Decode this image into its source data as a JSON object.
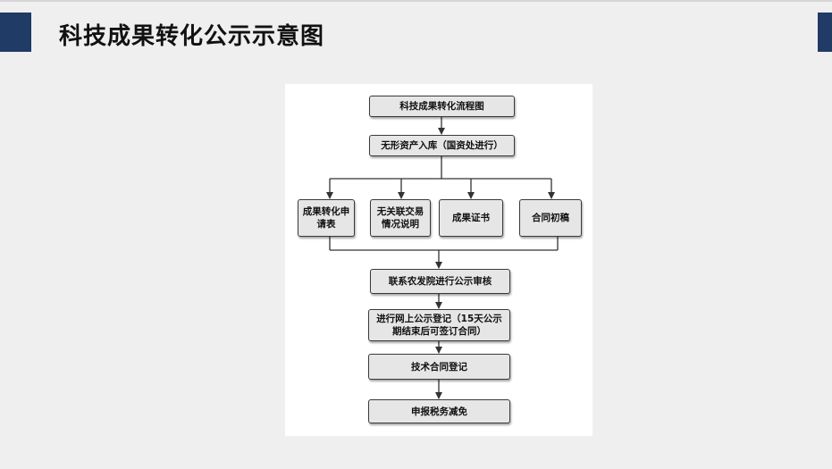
{
  "slide": {
    "title": "科技成果转化公示示意图"
  },
  "flow": {
    "title_node": "科技成果转化流程图",
    "step_storage": "无形资产入库（国资处进行）",
    "docs": [
      "成果转化申请表",
      "无关联交易情况说明",
      "成果证书",
      "合同初稿"
    ],
    "step_review": "联系农发院进行公示审核",
    "step_publicity": "进行网上公示登记（15天公示期结束后可签订合同）",
    "step_contract": "技术合同登记",
    "step_tax": "申报税务减免"
  },
  "colors": {
    "accent": "#1f3b66",
    "node_fill": "#e6e6e6",
    "node_border": "#3a3a3a"
  }
}
